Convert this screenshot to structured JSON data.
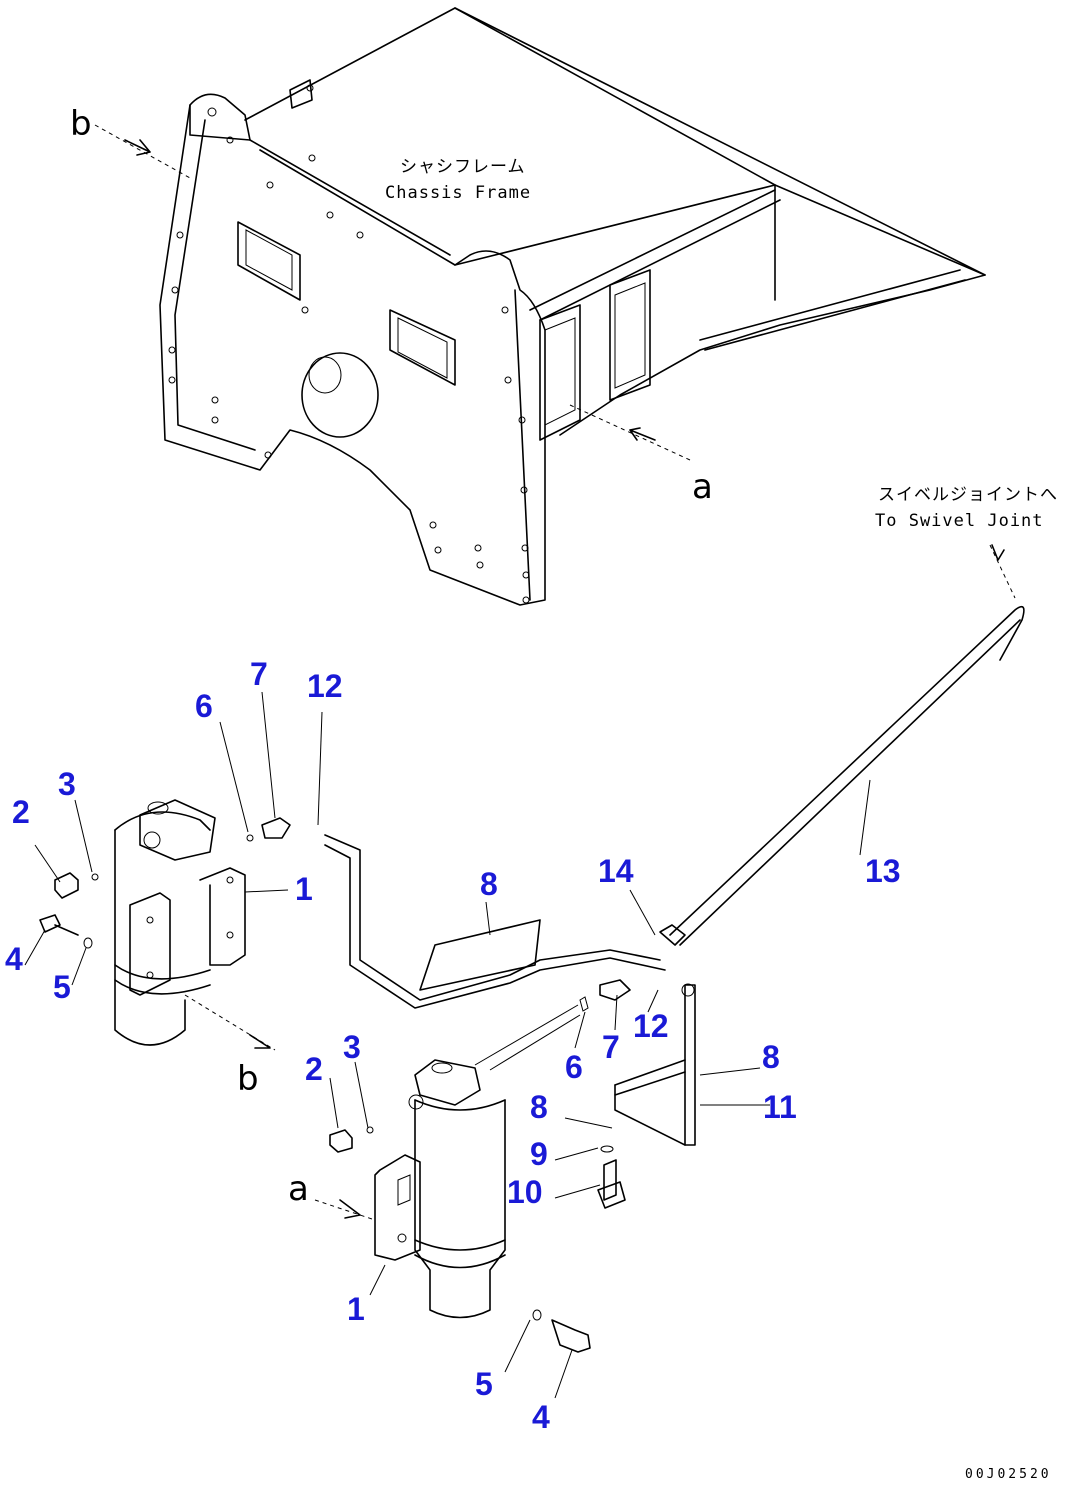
{
  "labels": {
    "frame_jp": "シャシフレーム",
    "frame_en": "Chassis Frame",
    "swivel_jp": "スイベルジョイントへ",
    "swivel_en": "To Swivel Joint",
    "view_a_top": "a",
    "view_b_top": "b",
    "view_a_bottom": "a",
    "view_b_bottom": "b",
    "drawing_code": "00J02520"
  },
  "callouts": {
    "c1a": "1",
    "c1b": "1",
    "c2a": "2",
    "c2b": "2",
    "c3a": "3",
    "c3b": "3",
    "c4a": "4",
    "c4b": "4",
    "c5a": "5",
    "c5b": "5",
    "c6a": "6",
    "c6b": "6",
    "c7a": "7",
    "c7b": "7",
    "c8a": "8",
    "c8b": "8",
    "c8c": "8",
    "c9": "9",
    "c10": "10",
    "c11": "11",
    "c12a": "12",
    "c12b": "12",
    "c13": "13",
    "c14": "14"
  },
  "colors": {
    "callout": "#1a1ad6",
    "line": "#000000"
  }
}
